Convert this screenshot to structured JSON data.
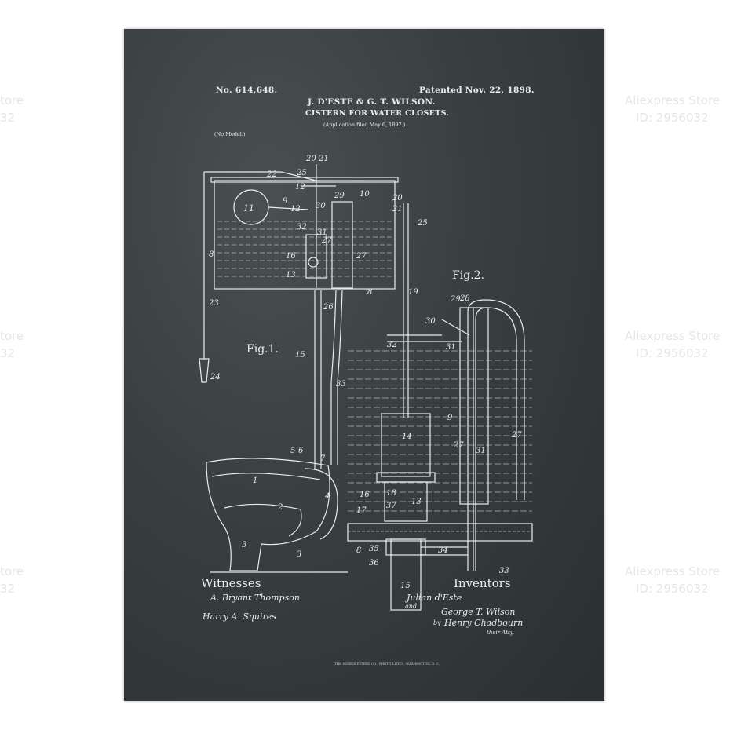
{
  "patent": {
    "number": "No. 614,648.",
    "inventors_header": "J. D'ESTE & G. T. WILSON.",
    "patented": "Patented Nov. 22, 1898.",
    "title": "CISTERN FOR WATER CLOSETS.",
    "application": "(Application filed May 6, 1897.)",
    "model": "(No Model.)",
    "fig1": "Fig.1.",
    "fig2": "Fig.2.",
    "witnesses_label": "Witnesses",
    "witness_1": "A. Bryant Thompson",
    "witness_2": "Harry A. Squires",
    "inventors_label": "Inventors",
    "inventor_1": "Julian d'Este",
    "and": "and",
    "inventor_2": "George T. Wilson",
    "by": "by",
    "attorney": "Henry Chadbourn",
    "attys": "their Atty.",
    "printer": "THE NORRIS PETERS CO., PHOTO-LITHO., WASHINGTON, D. C."
  },
  "watermarks": {
    "store": "Aliexpress Store",
    "store_left": "tore",
    "id": "ID: 2956032",
    "id_left": "32"
  },
  "colors": {
    "chalkboard": "#393f41",
    "chalk": "#e8ecec",
    "page": "#ffffff"
  }
}
